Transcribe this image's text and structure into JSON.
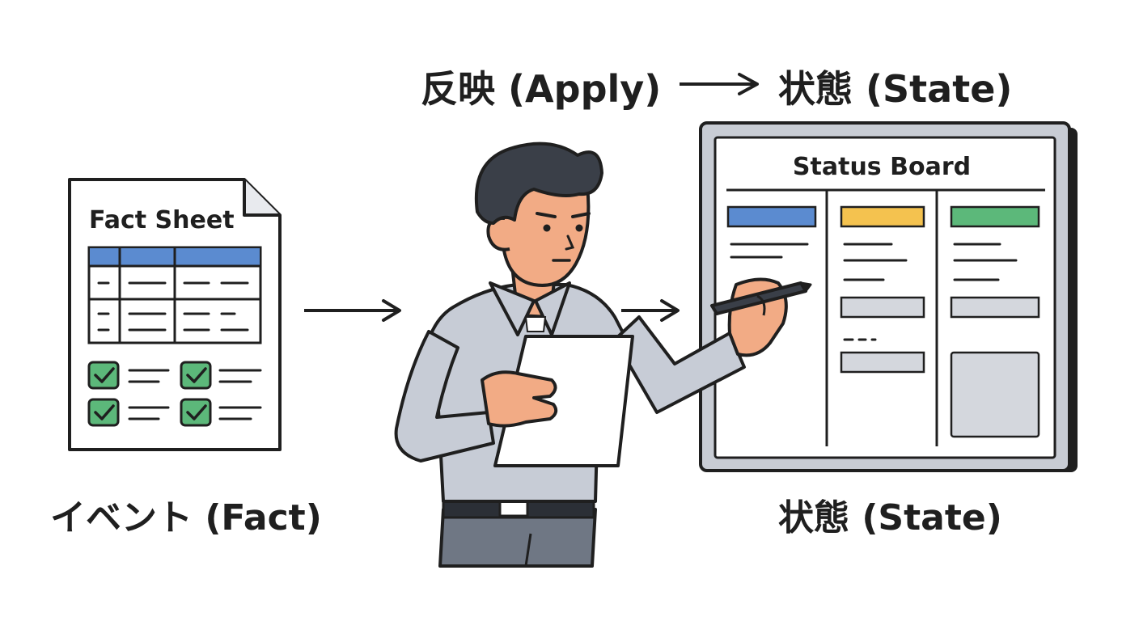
{
  "header": {
    "apply_label": "反映 (Apply)",
    "state_label": "状態 (State)"
  },
  "fact_sheet": {
    "title": "Fact Sheet",
    "caption": "イベント (Fact)"
  },
  "status_board": {
    "title": "Status Board",
    "caption": "状態 (State)",
    "column_colors": [
      "#5b8bd0",
      "#f4c24f",
      "#5cb87a"
    ]
  },
  "colors": {
    "stroke": "#1f1f1f",
    "table_header": "#5b8bd0",
    "check_green": "#5cb87a",
    "board_frame": "#c8ccd4",
    "placeholder_gray": "#d4d7dd",
    "shirt": "#c7ccd6",
    "skin": "#f2ab85",
    "hair": "#3a3f48",
    "pants": "#6f7784"
  }
}
